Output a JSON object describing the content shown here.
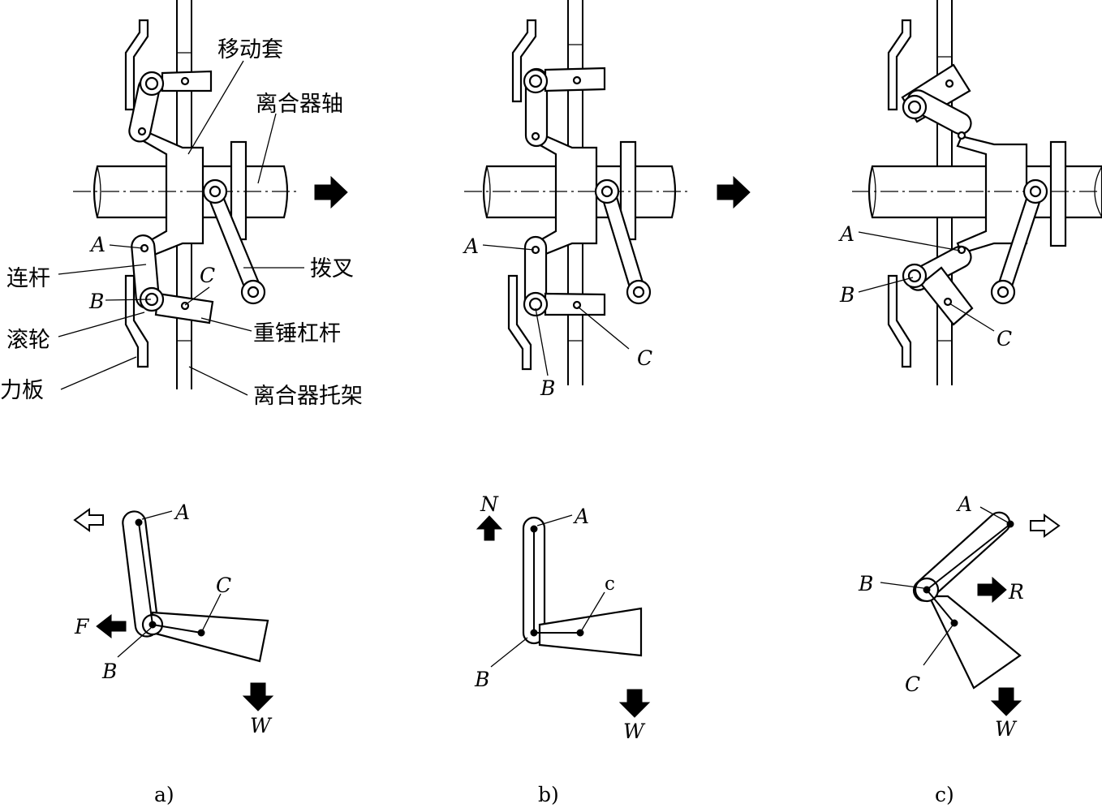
{
  "labels": {
    "moving_sleeve": "移动套",
    "clutch_shaft": "离合器轴",
    "link": "连杆",
    "shift_fork": "拨叉",
    "roller": "滚轮",
    "weight_lever": "重锤杠杆",
    "pressure_plate": "压力板",
    "clutch_bracket": "离合器托架"
  },
  "points": {
    "A": "A",
    "B": "B",
    "C": "C"
  },
  "points_c_upright": "c",
  "forces": {
    "F": "F",
    "W": "W",
    "N": "N",
    "R": "R"
  },
  "captions": {
    "a": "a)",
    "b": "b)",
    "c": "c)"
  }
}
